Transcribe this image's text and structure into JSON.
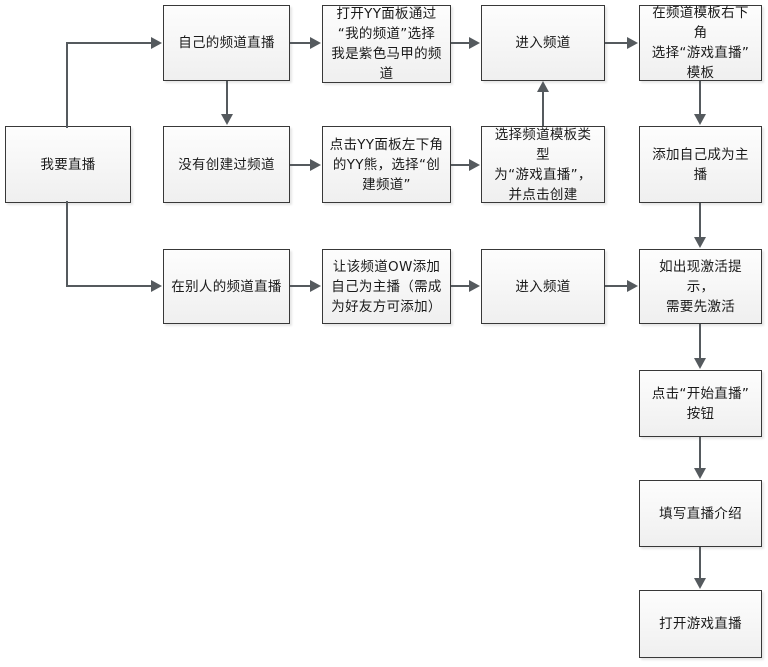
{
  "diagram": {
    "title": "YY 我要直播 流程图",
    "background_color": "#ffffff",
    "box_border_color": "#383838",
    "box_fill_color": "#f7f7f7",
    "connector_color": "#555a5e",
    "nodes": [
      {
        "id": "start",
        "label": "我要直播"
      },
      {
        "id": "own_channel",
        "label": "自己的频道直播"
      },
      {
        "id": "open_yy_panel",
        "label": "打开YY面板通过\n“我的频道”选择\n我是紫色马甲的频\n道"
      },
      {
        "id": "enter_channel1",
        "label": "进入频道"
      },
      {
        "id": "pick_template",
        "label": "在频道模板右下角\n选择“游戏直播”\n模板"
      },
      {
        "id": "no_channel",
        "label": "没有创建过频道"
      },
      {
        "id": "click_yy_bear",
        "label": "点击YY面板左下角\n的YY熊，选择“创\n建频道”"
      },
      {
        "id": "choose_type",
        "label": "选择频道模板类型\n为“游戏直播”，\n并点击创建"
      },
      {
        "id": "add_self_host",
        "label": "添加自己成为主播"
      },
      {
        "id": "other_channel",
        "label": "在别人的频道直播"
      },
      {
        "id": "ow_add_self",
        "label": "让该频道OW添加\n自己为主播（需成\n为好友方可添加）"
      },
      {
        "id": "enter_channel2",
        "label": "进入频道"
      },
      {
        "id": "activate_hint",
        "label": "如出现激活提示，\n需要先激活"
      },
      {
        "id": "click_start",
        "label": "点击“开始直播”\n按钮"
      },
      {
        "id": "fill_intro",
        "label": "填写直播介绍"
      },
      {
        "id": "open_game_live",
        "label": "打开游戏直播"
      }
    ]
  }
}
